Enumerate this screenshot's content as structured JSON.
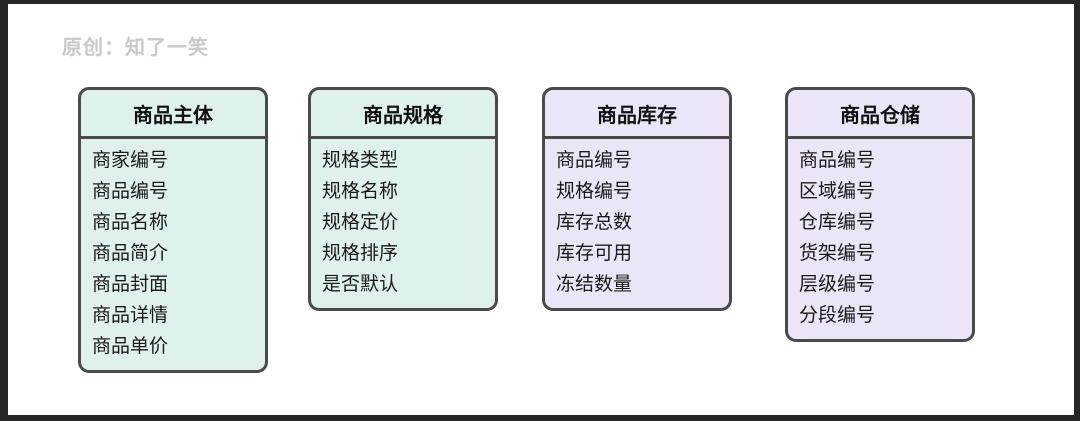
{
  "watermark": "原创：知了一笑",
  "colors": {
    "mint_header": "#def1ed",
    "lavender_header": "#ece5f7",
    "card_border": "#4a4a4a",
    "watermark_text": "#c9c9c9",
    "page_background": "#ffffff",
    "frame": "#262626"
  },
  "tables": [
    {
      "title": "商品主体",
      "theme": "mint",
      "fields": [
        "商家编号",
        "商品编号",
        "商品名称",
        "商品简介",
        "商品封面",
        "商品详情",
        "商品单价"
      ]
    },
    {
      "title": "商品规格",
      "theme": "mint",
      "fields": [
        "规格类型",
        "规格名称",
        "规格定价",
        "规格排序",
        "是否默认"
      ]
    },
    {
      "title": "商品库存",
      "theme": "lavender",
      "fields": [
        "商品编号",
        "规格编号",
        "库存总数",
        "库存可用",
        "冻结数量"
      ]
    },
    {
      "title": "商品仓储",
      "theme": "lavender",
      "fields": [
        "商品编号",
        "区域编号",
        "仓库编号",
        "货架编号",
        "层级编号",
        "分段编号"
      ]
    }
  ]
}
